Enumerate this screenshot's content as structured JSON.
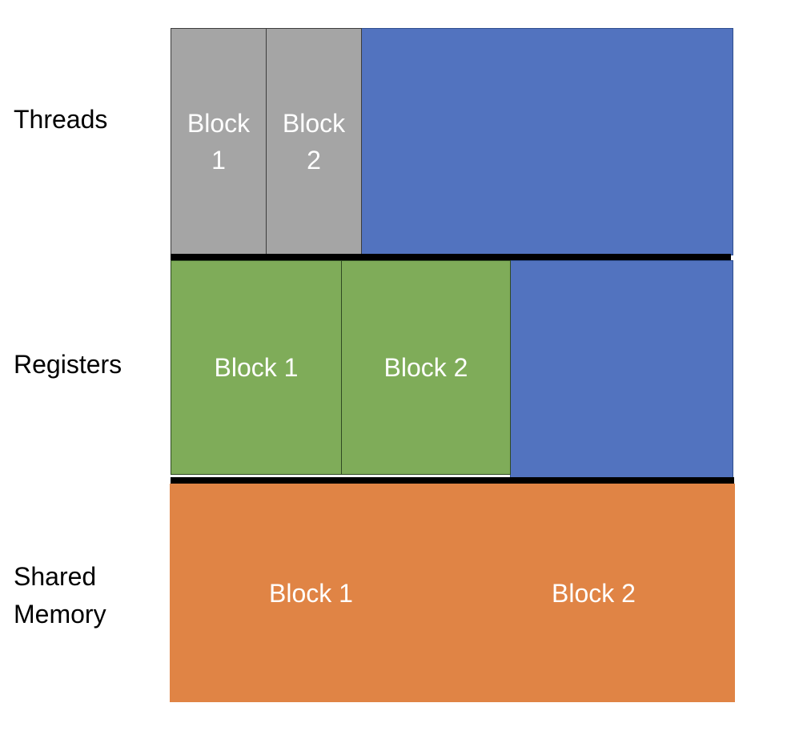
{
  "rows": {
    "threads": {
      "label": "Threads",
      "blocks": [
        {
          "label": "Block\n1"
        },
        {
          "label": "Block\n2"
        }
      ]
    },
    "registers": {
      "label": "Registers",
      "blocks": [
        {
          "label": "Block 1"
        },
        {
          "label": "Block 2"
        }
      ]
    },
    "shared_memory": {
      "label": "Shared\nMemory",
      "blocks": [
        {
          "label": "Block 1"
        },
        {
          "label": "Block 2"
        }
      ]
    }
  },
  "colors": {
    "thread_block": "#a5a5a5",
    "register_block": "#7fac59",
    "free_space": "#5273bf",
    "shared_memory": "#e08445",
    "separator": "#000000"
  }
}
